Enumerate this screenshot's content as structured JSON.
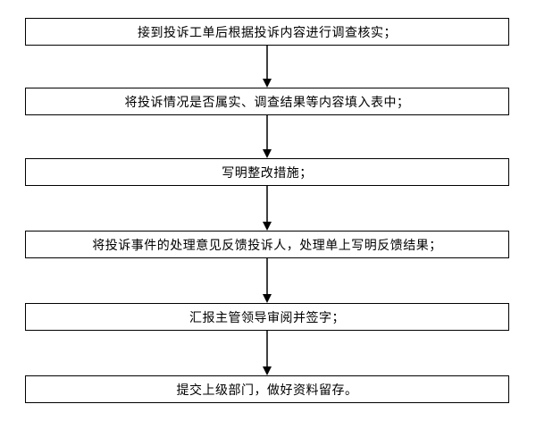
{
  "flowchart": {
    "steps": [
      "接到投诉工单后根据投诉内容进行调查核实；",
      "将投诉情况是否属实、调查结果等内容填入表中；",
      "写明整改措施；",
      "将投诉事件的处理意见反馈投诉人，处理单上写明反馈结果；",
      "汇报主管领导审阅并签字；",
      "提交上级部门，做好资料留存。"
    ]
  }
}
